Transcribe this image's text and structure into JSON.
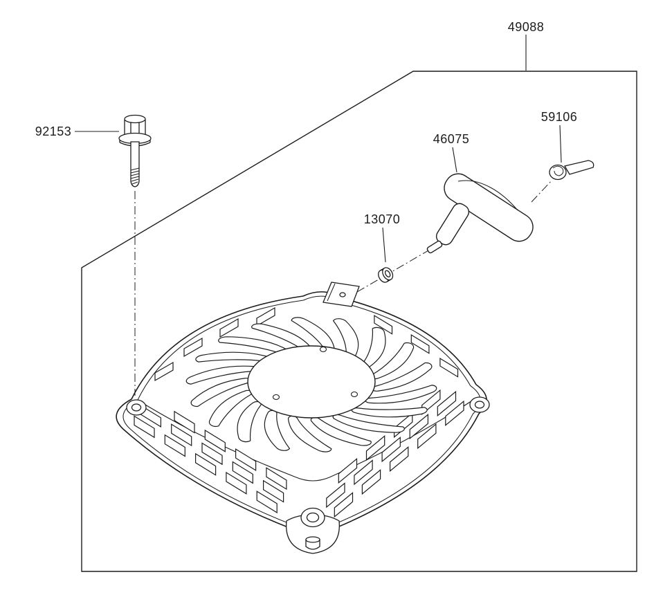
{
  "colors": {
    "background": "#ffffff",
    "line": "#1c1c1c"
  },
  "labels": {
    "assembly": "49088",
    "bolt": "92153",
    "grip": "46075",
    "guide": "59106",
    "bushing": "13070"
  }
}
